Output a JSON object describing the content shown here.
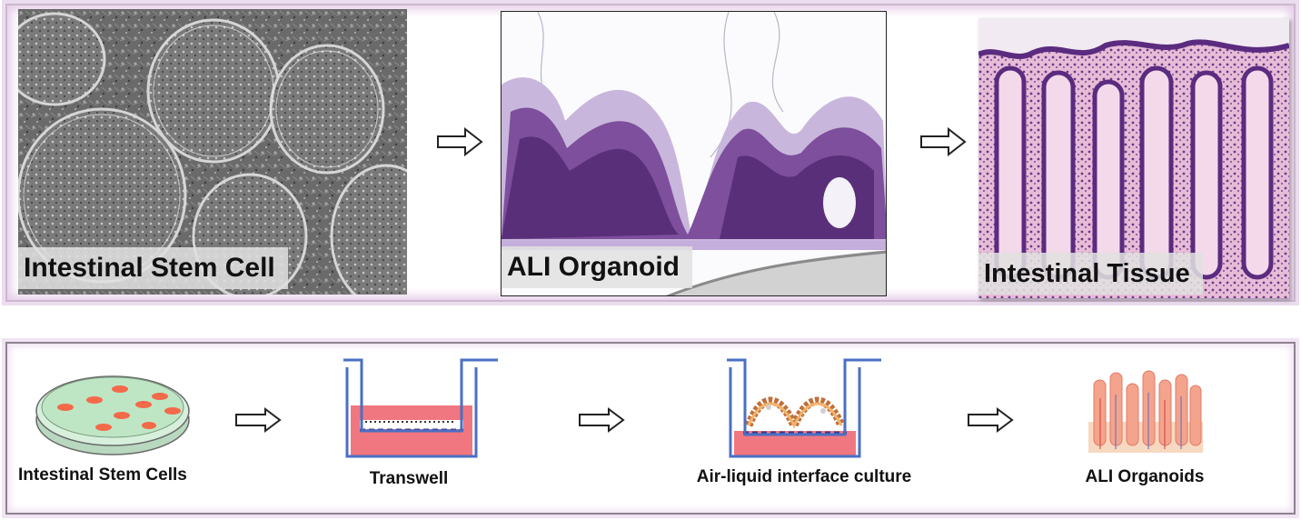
{
  "top": {
    "photos": [
      {
        "label": "Intestinal Stem Cell"
      },
      {
        "label": "ALI Organoid"
      },
      {
        "label": "Intestinal Tissue"
      }
    ]
  },
  "bottom": {
    "steps": [
      {
        "label": "Intestinal Stem Cells"
      },
      {
        "label": "Transwell"
      },
      {
        "label": "Air-liquid interface culture"
      },
      {
        "label": "ALI Organoids"
      }
    ]
  },
  "colors": {
    "panel_border": "#b8a5b8",
    "transwell_wall": "#4a6fc4",
    "medium": "#f0777f",
    "dish_gel": "#bfe6c4",
    "cell_spots": "#f26a4a",
    "stain_purple": "#6b3a8a",
    "stain_pink": "#e6b8d6"
  },
  "icons": [
    "outline-arrow-icon",
    "petri-dish-icon",
    "transwell-icon",
    "ali-culture-icon",
    "organoid-villi-icon"
  ]
}
